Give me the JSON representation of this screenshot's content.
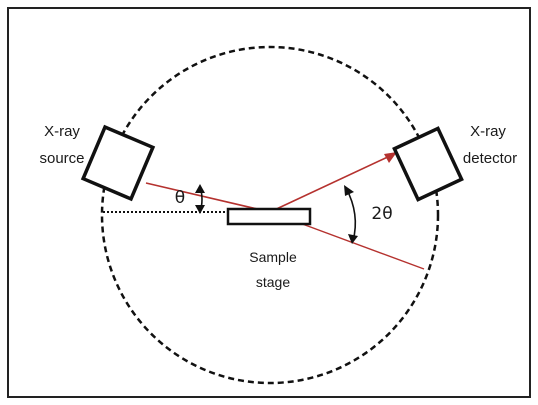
{
  "labels": {
    "source_line1": "X-ray",
    "source_line2": "source",
    "detector_line1": "X-ray",
    "detector_line2": "detector",
    "theta": "θ",
    "two_theta": "2θ",
    "stage_line1": "Sample",
    "stage_line2": "stage"
  },
  "colors": {
    "beam": "#b5322f",
    "outline": "#111111",
    "frame": "#222222"
  }
}
